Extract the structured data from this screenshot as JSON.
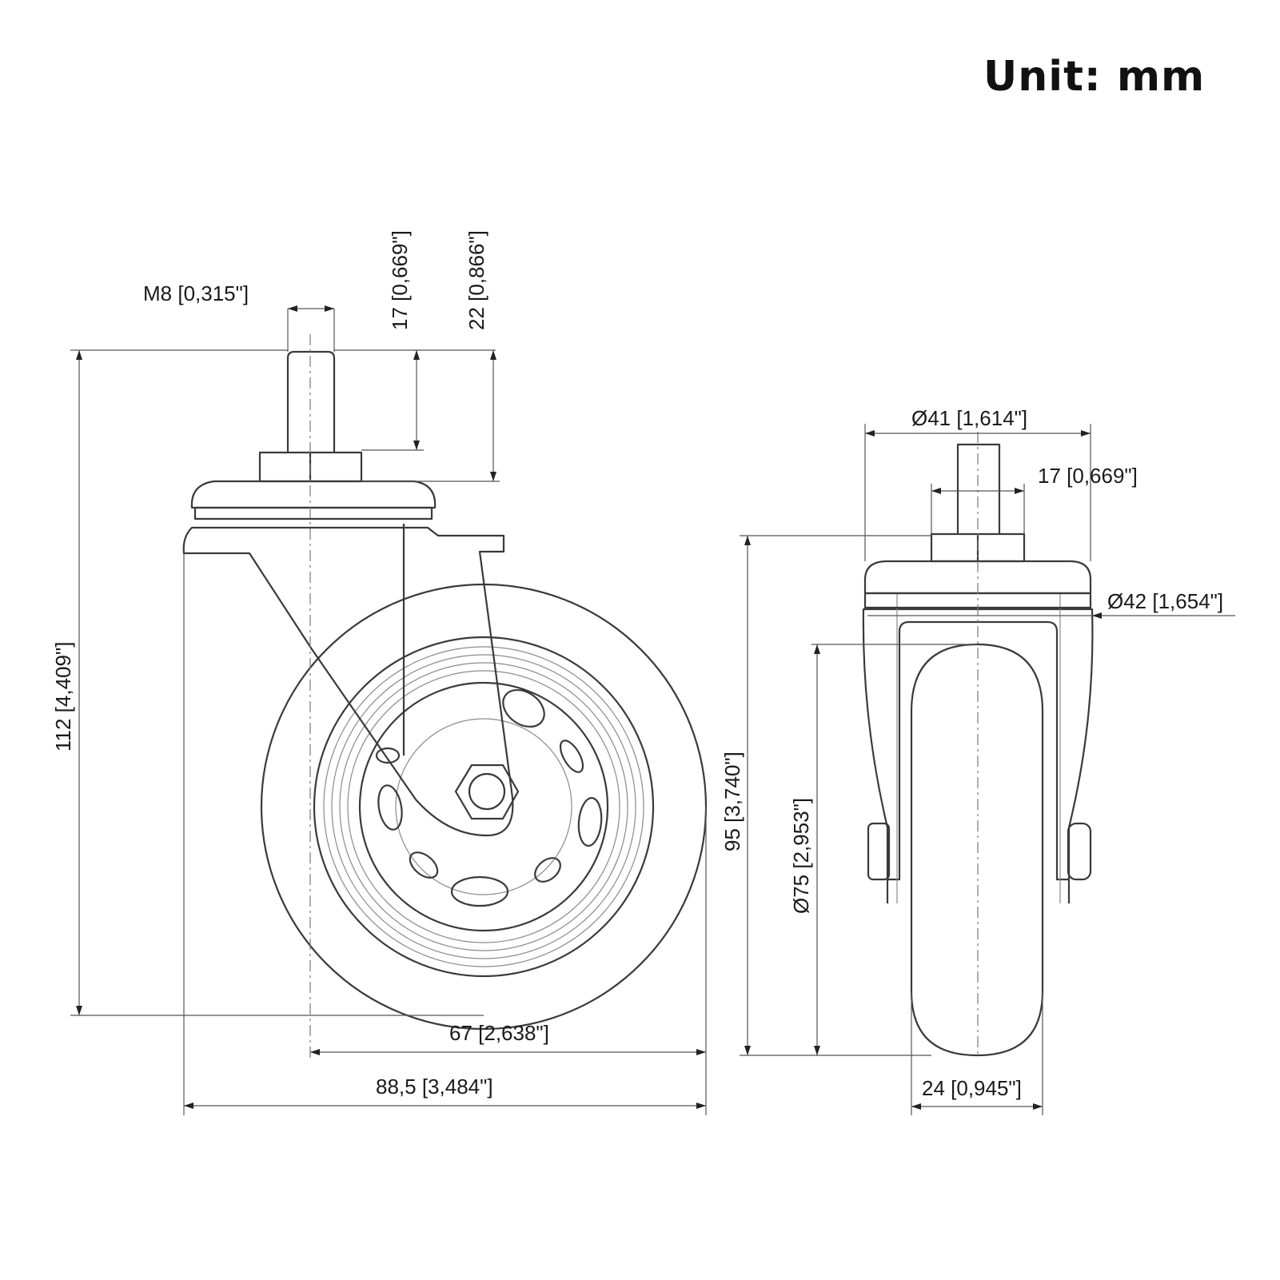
{
  "title": "Unit: mm",
  "dimensions": {
    "m8": "M8 [0,315\"]",
    "h17": "17 [0,669\"]",
    "h22": "22 [0,866\"]",
    "total_height": "112 [4,409\"]",
    "offset67": "67 [2,638\"]",
    "width885": "88,5 [3,484\"]",
    "d41": "Ø41 [1,614\"]",
    "w17": "17 [0,669\"]",
    "d42": "Ø42 [1,654\"]",
    "h95": "95 [3,740\"]",
    "d75": "Ø75 [2,953\"]",
    "w24": "24 [0,945\"]"
  }
}
